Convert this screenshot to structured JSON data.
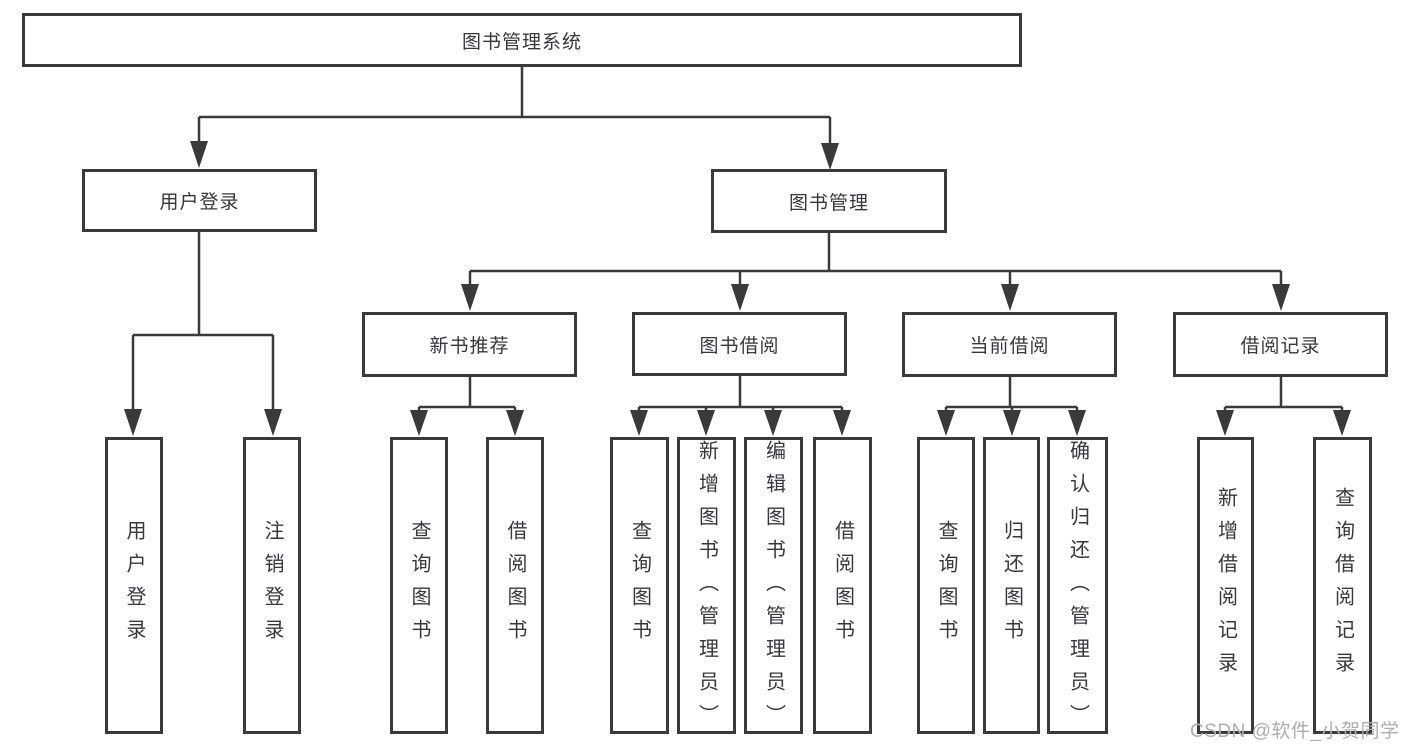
{
  "tree": {
    "label": "图书管理系统",
    "children": [
      {
        "label": "用户登录",
        "children": [
          {
            "label": "用户登录"
          },
          {
            "label": "注销登录"
          }
        ]
      },
      {
        "label": "图书管理",
        "children": [
          {
            "label": "新书推荐",
            "children": [
              {
                "label": "查询图书"
              },
              {
                "label": "借阅图书"
              }
            ]
          },
          {
            "label": "图书借阅",
            "children": [
              {
                "label": "查询图书"
              },
              {
                "label": "新增图书（管理员）"
              },
              {
                "label": "编辑图书（管理员）"
              },
              {
                "label": "借阅图书"
              }
            ]
          },
          {
            "label": "当前借阅",
            "children": [
              {
                "label": "查询图书"
              },
              {
                "label": "归还图书"
              },
              {
                "label": "确认归还（管理员）"
              }
            ]
          },
          {
            "label": "借阅记录",
            "children": [
              {
                "label": "新增借阅记录"
              },
              {
                "label": "查询借阅记录"
              }
            ]
          }
        ]
      }
    ]
  },
  "watermark": "CSDN @软件_小贺同学",
  "colors": {
    "line": "#3a3a3a",
    "text": "#38383c",
    "watermark": "#aeaeae",
    "background": "#ffffff"
  }
}
